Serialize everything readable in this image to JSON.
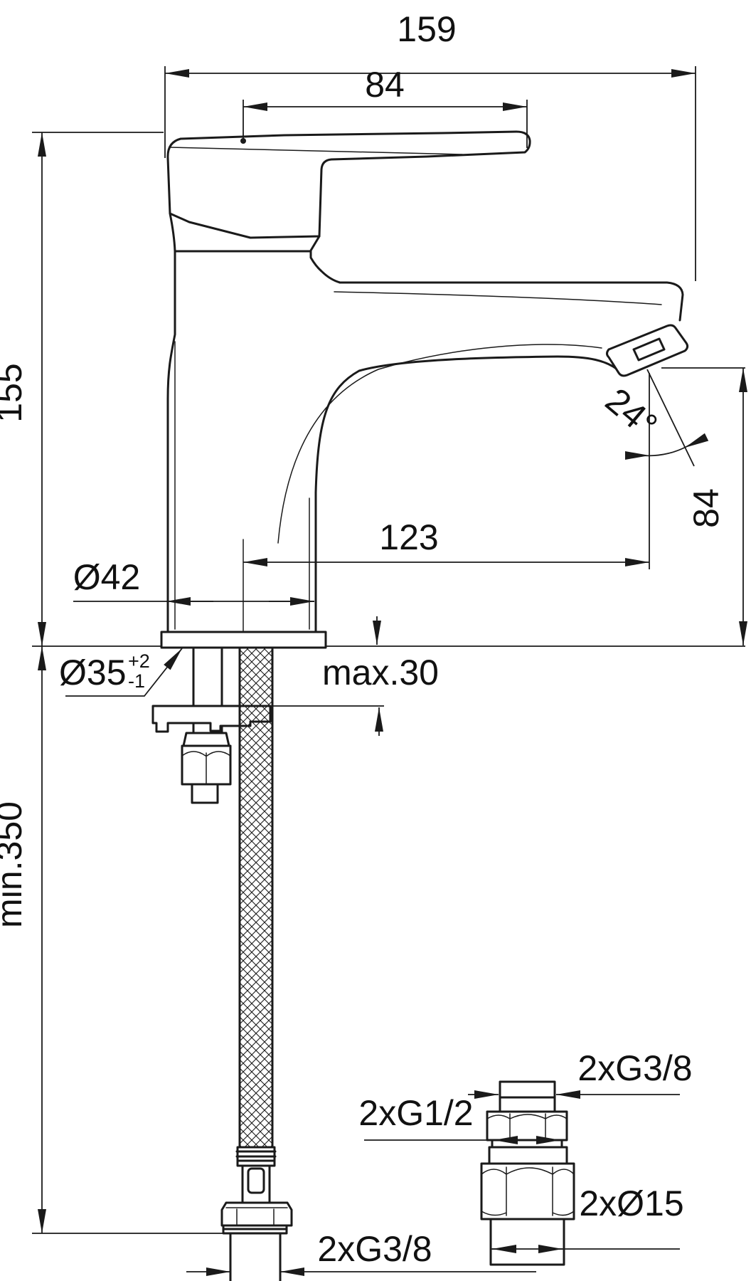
{
  "drawing": {
    "type": "technical-dimension-drawing",
    "subject": "Single-lever basin mixer tap, side elevation with installation dimensions and flexible supply hoses",
    "units": "mm",
    "colors": {
      "line": "#1a1a1a",
      "background": "#ffffff"
    },
    "dimensions": {
      "total_length": "159",
      "handle_projection": "84",
      "height_to_handle_top": "155",
      "spout_angle": "24°",
      "outlet_height": "84",
      "spout_projection": "123",
      "body_diameter": "Ø42",
      "hole_diameter": "Ø35",
      "hole_tolerance_plus": "+2",
      "hole_tolerance_minus": "-1",
      "deck_thickness": "max.30",
      "hose_length": "min.350",
      "adapter_top_thread": "2xG3/8",
      "adapter_mid_thread": "2xG1/2",
      "adapter_pipe_diameter": "2xØ15",
      "hose_thread": "2xG3/8"
    }
  }
}
